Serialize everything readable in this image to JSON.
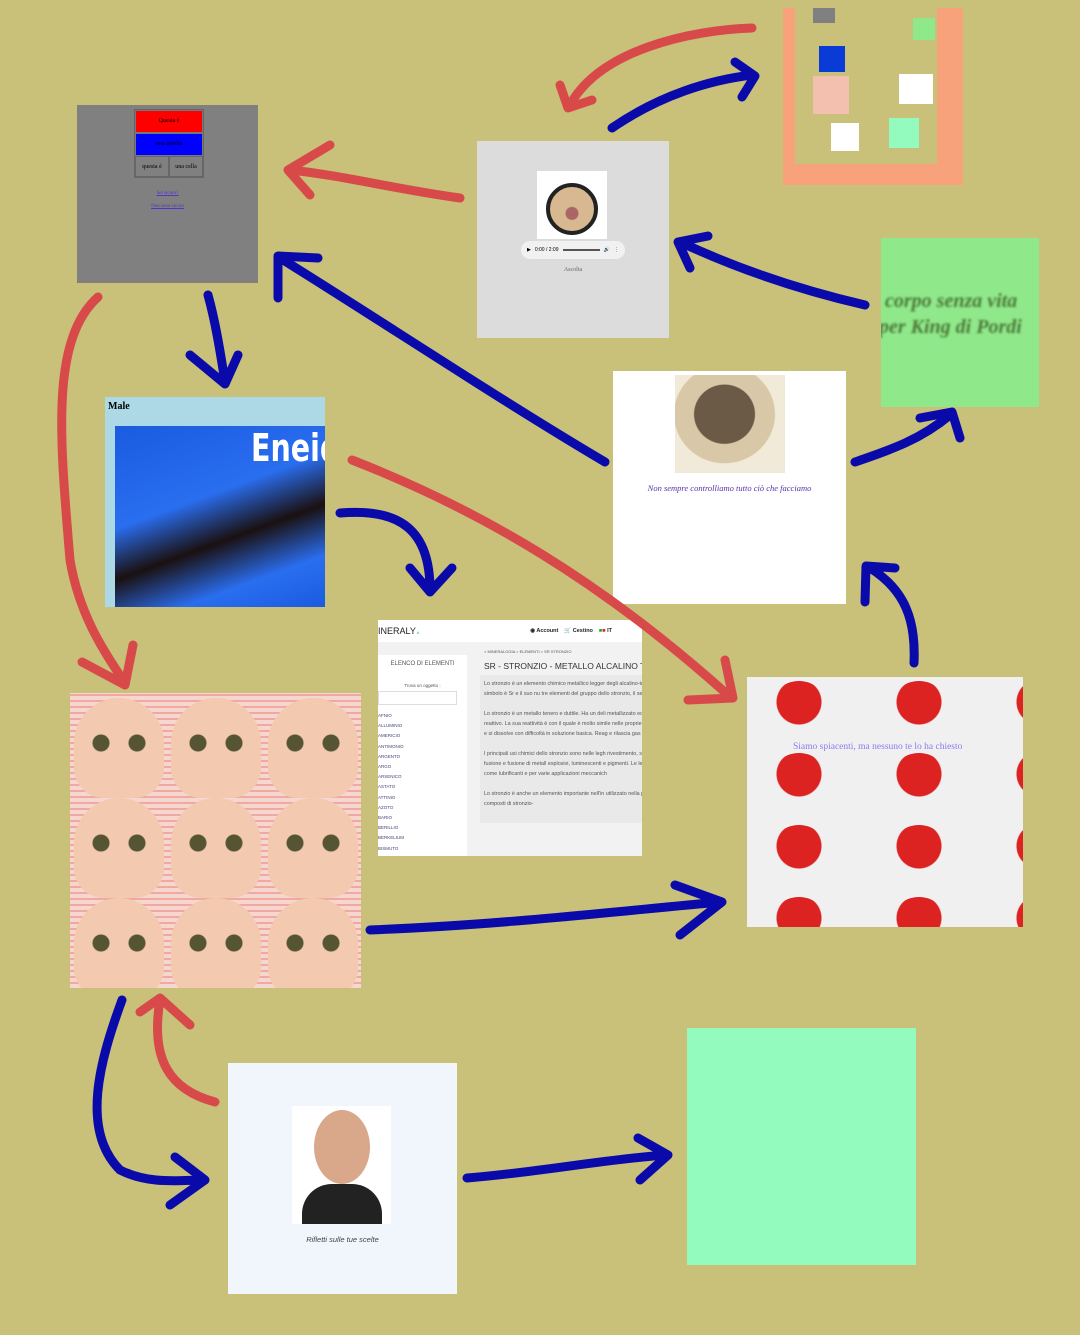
{
  "table_panel": {
    "row1": "Questa è",
    "row2": "una tabella",
    "cell1": "questa è",
    "cell2": "una cella",
    "link1": "Sei sicuro?",
    "link2": "Non sono sicuro"
  },
  "audio_panel": {
    "time": "0:00 / 2:09",
    "caption": "Ascolta"
  },
  "green_panel": {
    "line1": "corpo senza vita",
    "line2": "per King di Pordi"
  },
  "video_panel": {
    "label": "Male",
    "overlay_text": "Eneid"
  },
  "turkey_panel": {
    "caption": "Non sempre controlliamo tutto ciò che facciamo"
  },
  "mineraly": {
    "logo": "INERALY",
    "logo_suffix": ".it",
    "account": "Account",
    "cart": "Cestino",
    "lang": "IT",
    "breadcrumb": "> MINERALOGIA > ELEMENTI > SR STRONZIO",
    "sidebar_title": "ELENCO DI ELEMENTI",
    "search_label": "Trova un oggetto :",
    "elements": [
      "AFNIO",
      "ALLUMINIO",
      "AMERICIO",
      "ANTIMONIO",
      "ARGENTO",
      "ARGO",
      "ARSENICO",
      "ASTATO",
      "ATTINIO",
      "AZOTO",
      "BARIO",
      "BERILLIO",
      "BERKELIUM",
      "BISMUTO"
    ],
    "title": "SR - STRONZIO - METALLO ALCALINO T",
    "paragraphs": [
      "Lo stronzio è un elemento chimico metallico legger degli alcalino-terrosi. Il suo simbolo è Sr e il suo nu tre elementi del gruppo dello stronzio, il secondo è",
      "Lo stronzio è un metallo tenero e duttile. Ha un deli metallizzato ed è molto reattivo. La sua reattività è con il quale è molto simile nelle proprietà chimiche. e si dissolve con difficoltà in soluzione basica. Reag e rilascia gas infiammabili.",
      "I principali usi chimici dello stronzio sono nelle legh rivestimento, saldatura, fusione e fusione di metall esplosivi, luminescenti e pigmenti. Le leghe conten come lubrificanti e per varie applicazioni meccanich",
      "Lo stronzio è anche un elemento importante nell'in utilizzato nella produzione di composti di stronzio-"
    ]
  },
  "figures_panel": {
    "caption": "Siamo spiacenti, ma nessuno te lo ha chiesto"
  },
  "face_panel": {
    "caption": "Rifletti sulle tue scelte"
  },
  "colors": {
    "background": "#c9c07a",
    "red_arrow": "#d84a4a",
    "blue_arrow": "#0a0aaa",
    "mint": "#93fbbd",
    "green": "#8fe98a",
    "salmon": "#f8a27b"
  }
}
